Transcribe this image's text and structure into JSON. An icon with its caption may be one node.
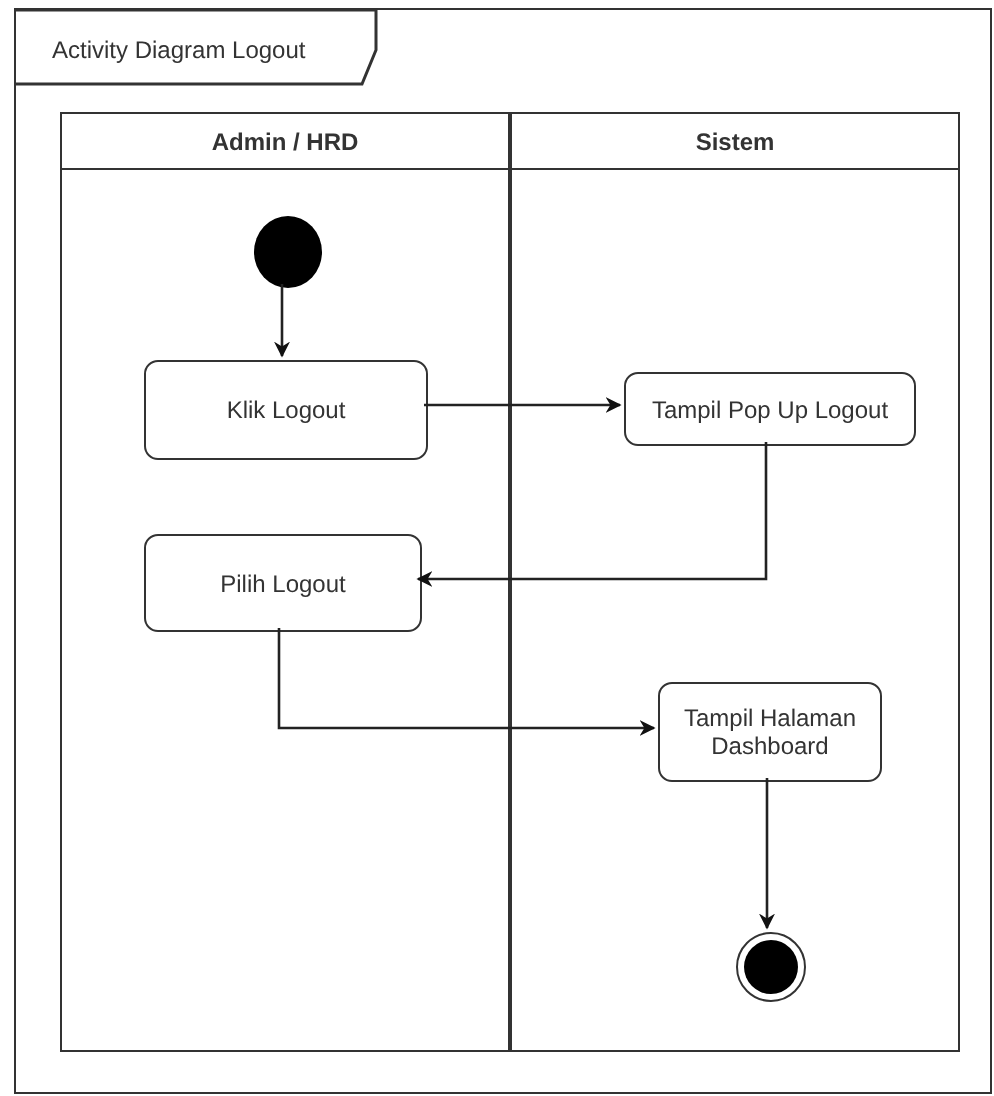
{
  "diagram": {
    "nodes": [
      {
        "text": [
          "Activity Diagram Logout"
        ]
      },
      {
        "text": [
          "Admin / HRD"
        ],
        "in": 0
      },
      {
        "text": [
          "Sistem"
        ],
        "in": 0
      },
      {
        "text": [],
        "shape": "circle",
        "in": 1
      },
      {
        "text": [
          "Klik Logout"
        ],
        "in": 1
      },
      {
        "text": [
          "Tampil Pop Up Logout"
        ],
        "in": 2
      },
      {
        "text": [
          "Pilih Logout"
        ],
        "in": 1
      },
      {
        "text": [
          "Tampil Halaman Dashboard"
        ],
        "in": 2
      },
      {
        "text": [],
        "shape": "circle",
        "in": 2
      }
    ],
    "edges": [
      {
        "from": 3,
        "to": 4,
        "arrow": "to"
      },
      {
        "from": 4,
        "to": 5,
        "arrow": "to"
      },
      {
        "from": 5,
        "to": 6,
        "arrow": "to"
      },
      {
        "from": 6,
        "to": 7,
        "arrow": "to"
      },
      {
        "from": 7,
        "to": 8,
        "arrow": "to"
      }
    ]
  }
}
